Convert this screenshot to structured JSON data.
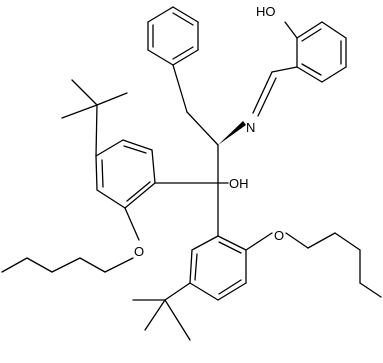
{
  "molecule": {
    "atoms": {
      "ho": "HO",
      "oh": "OH",
      "n": "N",
      "o_left": "O",
      "o_right": "O"
    }
  }
}
